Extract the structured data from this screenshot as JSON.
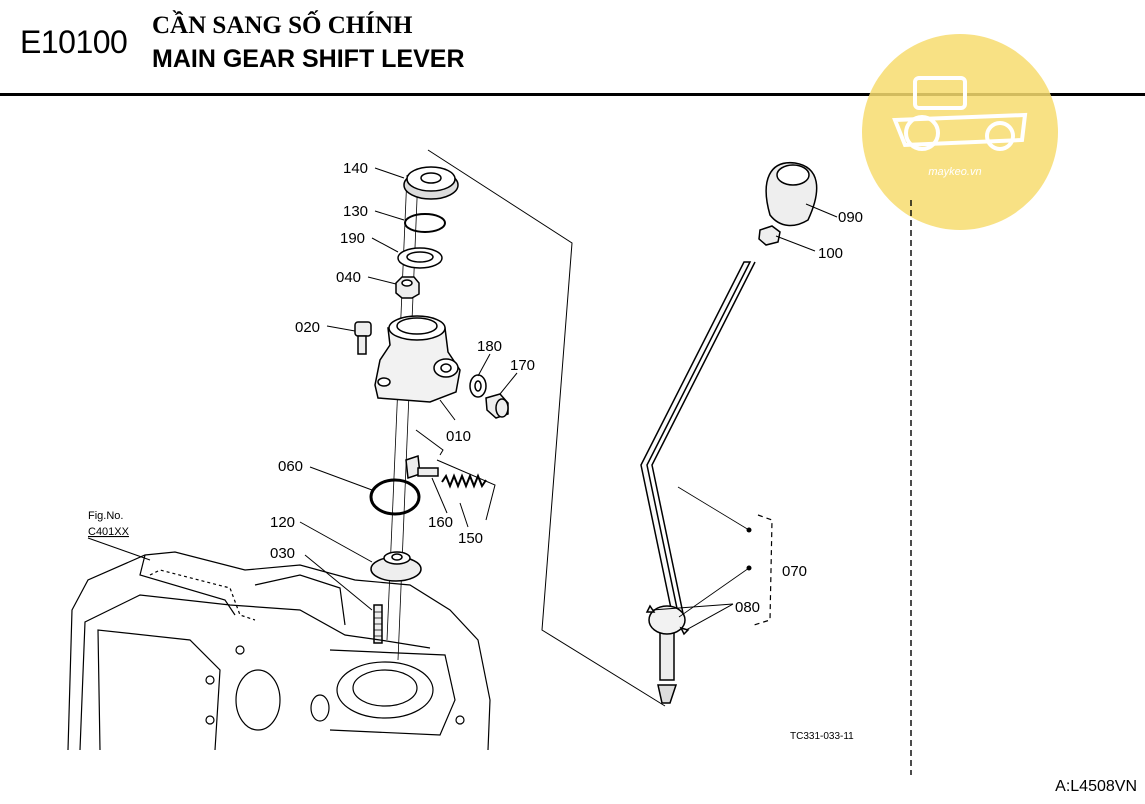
{
  "header": {
    "code": "E10100",
    "title_vn": "CẦN SANG SỐ CHÍNH",
    "title_en": "MAIN GEAR SHIFT LEVER"
  },
  "watermark": {
    "text": "maykeo.vn",
    "icon": "tractor-icon",
    "color": "#f7dc6f"
  },
  "labels": {
    "p140": "140",
    "p130": "130",
    "p190": "190",
    "p040": "040",
    "p020": "020",
    "p180": "180",
    "p170": "170",
    "p010": "010",
    "p060": "060",
    "p160": "160",
    "p150": "150",
    "p120": "120",
    "p030": "030",
    "p090": "090",
    "p100": "100",
    "p070": "070",
    "p080": "080"
  },
  "figref": {
    "line1": "Fig.No.",
    "line2": "C401XX"
  },
  "drawing_no": "TC331-033-11",
  "page_ref": "A:L4508VN"
}
